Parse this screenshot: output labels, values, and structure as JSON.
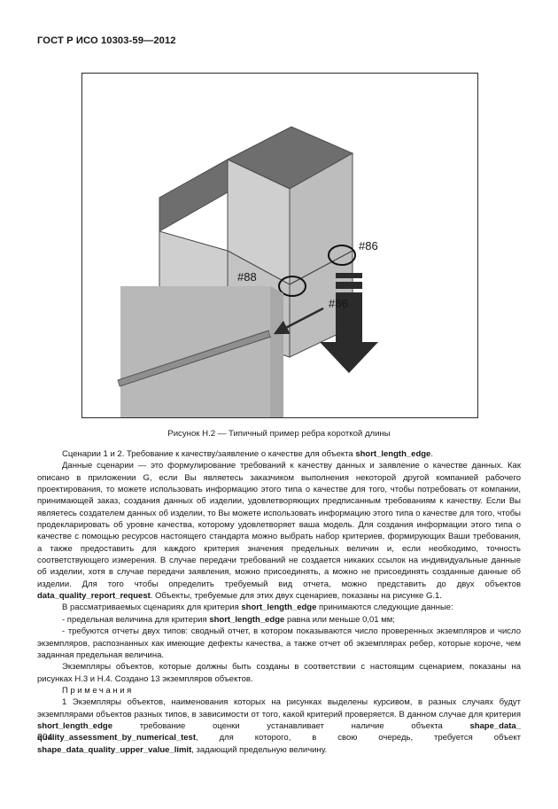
{
  "header": {
    "standard_id": "ГОСТ Р ИСО 10303-59—2012"
  },
  "figure": {
    "caption": "Рисунок Н.2 — Типичный пример ребра короткой длины",
    "labels": {
      "upper_right": "#86",
      "upper_left": "#88",
      "detail": "#86"
    },
    "colors": {
      "face_light": "#c9c9c9",
      "face_top_dark": "#6e6e6e",
      "face_mid": "#b9b9b9",
      "outline": "#4a4a4a",
      "arrow": "#2b2b2b",
      "frame": "#2b2b2b",
      "edge_strip": "#8f8f8f"
    }
  },
  "body": {
    "p1_a": "Сценарии 1 и 2. Требование к качеству/заявление о качестве для объекта ",
    "p1_term": "short_length_edge",
    "p1_b": ".",
    "p2": "Данные сценарии — это формулирование требований к качеству данных и заявление о качестве данных. Как описано в приложении G, если Вы являетесь заказчиком выполнения некоторой другой компанией рабочего проектирования, то можете использовать информацию этого типа о качестве для того, чтобы потребовать от компании, принимающей заказ, создания данных об изделии, удовлетворяющих предписанным требованиям к качеству. Если Вы являетесь создателем данных об изделии, то Вы можете использовать информацию этого типа о качестве для того, чтобы продекларировать об уровне качества, которому удовлетворяет ваша модель. Для создания информации этого типа о качестве с помощью ресурсов настоящего стандарта можно выбрать набор критериев, формирующих Ваши требования, а также предоставить для каждого критерия значения предельных величин и, если необходимо, точность соответствующего измерения. В случае передачи требований не создается никаких ссылок на индивидуальные данные об изделии, хотя в случае передачи заявления, можно присоединять, а можно не присоединять созданные данные об изделии. Для того чтобы определить требуемый вид отчета, можно представить до двух объектов ",
    "p2_term": "data_quality_report_request",
    "p2_tail": ". Объекты, требуемые для этих двух сценариев, показаны на рисунке G.1.",
    "p3_a": "В рассматриваемых сценариях для критерия ",
    "p3_term": "short_length_edge",
    "p3_b": " принимаются следующие данные:",
    "p4_a": "- предельная величина для критерия ",
    "p4_term": "short_length_edge",
    "p4_b": " равна или меньше 0,01 мм;",
    "p5": "- требуются отчеты двух типов: сводный отчет, в котором показываются число проверенных экземпляров и число экземпляров, распознанных как имеющие дефекты качества, а также отчет об экземплярах ребер, которые короче, чем заданная предельная величина.",
    "p6": "Экземпляры объектов, которые должны быть созданы в соответствии с настоящим сценарием, показаны на рисунках Н.3 и Н.4. Создано 13 экземпляров объектов.",
    "notes_heading": "Примечания",
    "note1_a": "1 Экземпляры объектов, наименования которых на рисунках выделены курсивом, в разных случаях будут экземплярами объектов разных типов, в зависимости от того, какой критерий проверяется. В данном случае для критерия ",
    "note1_term1": "short_length_edge",
    "note1_b": " требование оценки устанавливает наличие объекта ",
    "note1_term2": "shape_data_ quality_assessment_by_numerical_test",
    "note1_c": ", для которого, в свою очередь, требуется объект ",
    "note1_term3": "shape_data_quality_upper_value_limit",
    "note1_d": ", задающий предельную величину."
  },
  "footer": {
    "page_number": "204"
  }
}
